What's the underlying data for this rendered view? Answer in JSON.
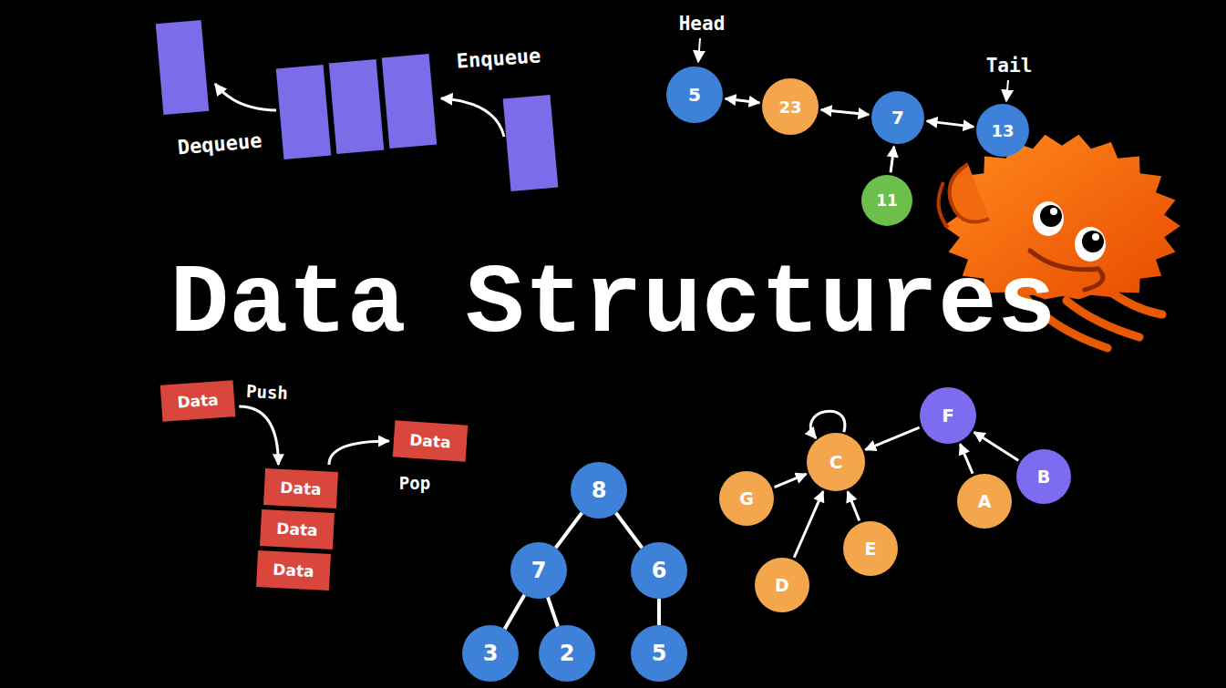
{
  "diagram": {
    "title": "Data Structures",
    "nodes": [
      {
        "text": [
          "5"
        ]
      },
      {
        "text": [
          "23"
        ]
      },
      {
        "text": [
          "7"
        ]
      },
      {
        "text": [
          "13"
        ]
      },
      {
        "text": [
          "11"
        ]
      },
      {
        "text": [
          "Data"
        ]
      },
      {
        "text": [
          "Data"
        ]
      },
      {
        "text": [
          "Data"
        ]
      },
      {
        "text": [
          "Data"
        ]
      },
      {
        "text": [
          "Data"
        ]
      },
      {
        "text": [
          "8"
        ]
      },
      {
        "text": [
          "7"
        ]
      },
      {
        "text": [
          "6"
        ]
      },
      {
        "text": [
          "3"
        ]
      },
      {
        "text": [
          "2"
        ]
      },
      {
        "text": [
          "5"
        ]
      },
      {
        "text": [
          "C"
        ]
      },
      {
        "text": [
          "F"
        ]
      },
      {
        "text": [
          "G"
        ]
      },
      {
        "text": [
          "E"
        ]
      },
      {
        "text": [
          "D"
        ]
      },
      {
        "text": [
          "A"
        ]
      },
      {
        "text": [
          "B"
        ]
      }
    ],
    "edges": [
      {
        "from": 0,
        "to": 1,
        "arrow": "both"
      },
      {
        "from": 1,
        "to": 2,
        "arrow": "both"
      },
      {
        "from": 2,
        "to": 3,
        "arrow": "both"
      },
      {
        "from": 4,
        "to": 2,
        "arrow": "to"
      },
      {
        "from": 5,
        "to": 7,
        "arrow": "to"
      },
      {
        "from": 7,
        "to": 6,
        "arrow": "to"
      },
      {
        "from": 10,
        "to": 11,
        "arrow": "none"
      },
      {
        "from": 10,
        "to": 12,
        "arrow": "none"
      },
      {
        "from": 11,
        "to": 13,
        "arrow": "none"
      },
      {
        "from": 11,
        "to": 14,
        "arrow": "none"
      },
      {
        "from": 12,
        "to": 15,
        "arrow": "none"
      },
      {
        "from": 16,
        "to": 16,
        "arrow": "to"
      },
      {
        "from": 17,
        "to": 16,
        "arrow": "to"
      },
      {
        "from": 18,
        "to": 16,
        "arrow": "to"
      },
      {
        "from": 19,
        "to": 16,
        "arrow": "to"
      },
      {
        "from": 20,
        "to": 16,
        "arrow": "to"
      },
      {
        "from": 21,
        "to": 17,
        "arrow": "to"
      },
      {
        "from": 22,
        "to": 17,
        "arrow": "to"
      }
    ],
    "labels": [
      "Enqueue",
      "Dequeue",
      "Head",
      "Tail",
      "Push",
      "Pop"
    ]
  }
}
